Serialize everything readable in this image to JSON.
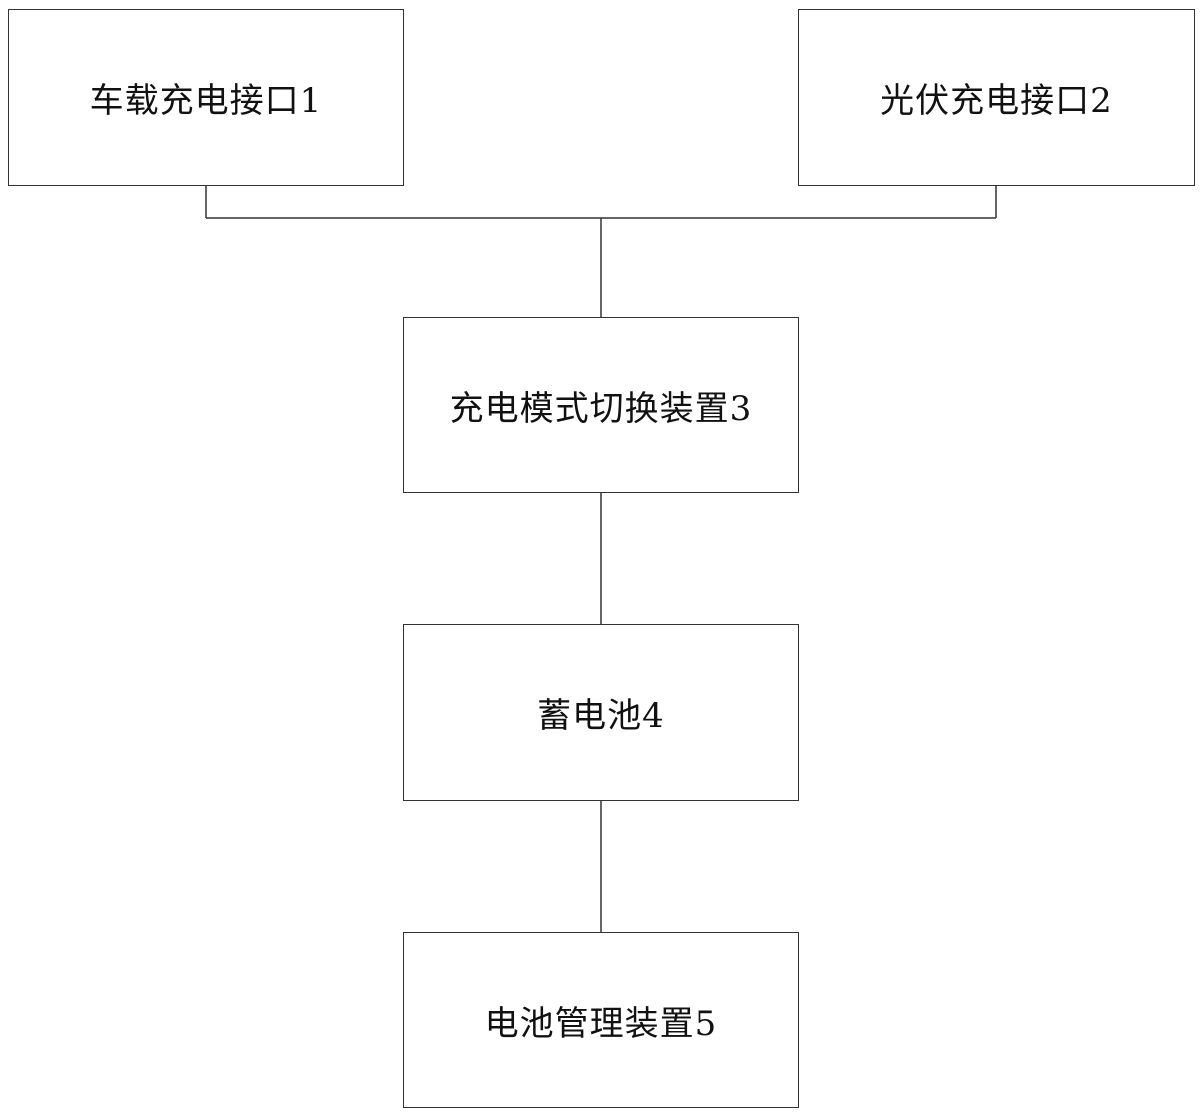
{
  "diagram": {
    "nodes": [
      {
        "id": "1",
        "label": "车载充电接口1"
      },
      {
        "id": "2",
        "label": "光伏充电接口2"
      },
      {
        "id": "3",
        "label": "充电模式切换装置3"
      },
      {
        "id": "4",
        "label": "蓄电池4"
      },
      {
        "id": "5",
        "label": "电池管理装置5"
      }
    ],
    "edges": [
      {
        "from": "1",
        "to": "3"
      },
      {
        "from": "2",
        "to": "3"
      },
      {
        "from": "3",
        "to": "4"
      },
      {
        "from": "4",
        "to": "5"
      }
    ],
    "colors": {
      "stroke": "#333333",
      "text": "#111111",
      "background": "#ffffff"
    }
  }
}
